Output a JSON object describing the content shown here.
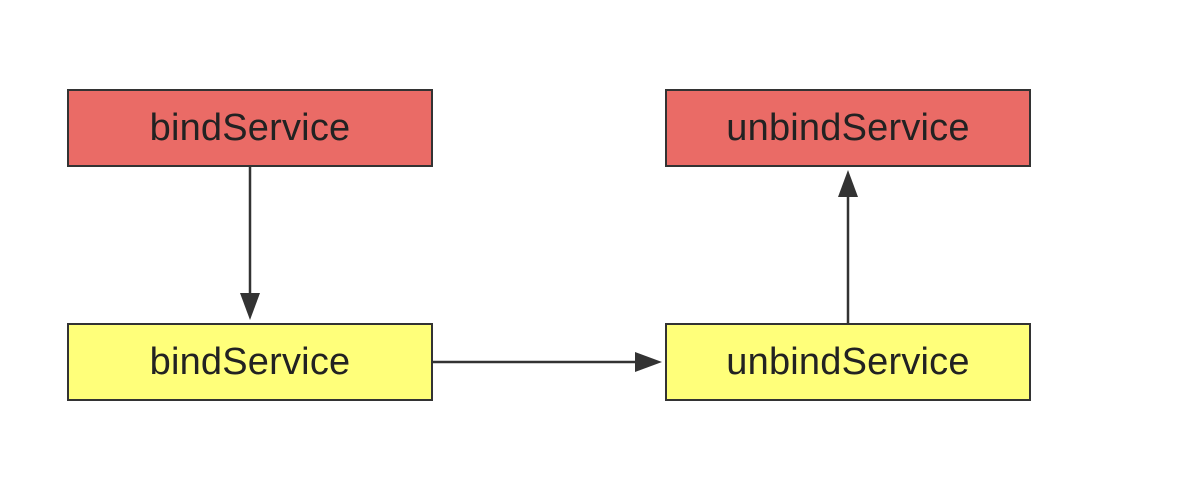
{
  "diagram": {
    "nodes": {
      "bind_red": {
        "label": "bindService",
        "color": "#ea6b66"
      },
      "unbind_red": {
        "label": "unbindService",
        "color": "#ea6b66"
      },
      "bind_yellow": {
        "label": "bindService",
        "color": "#ffff7a"
      },
      "unbind_yellow": {
        "label": "unbindService",
        "color": "#ffff7a"
      }
    },
    "edges": [
      {
        "from": "bind_red",
        "to": "bind_yellow"
      },
      {
        "from": "bind_yellow",
        "to": "unbind_yellow"
      },
      {
        "from": "unbind_yellow",
        "to": "unbind_red"
      }
    ],
    "line_color": "#333333"
  }
}
